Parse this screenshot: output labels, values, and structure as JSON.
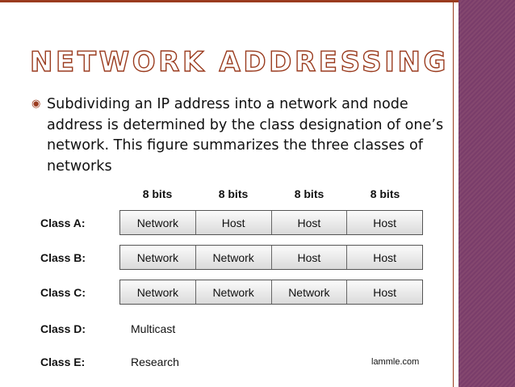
{
  "colors": {
    "accent": "#9a3b1e",
    "side_panel": "#7a3d6a"
  },
  "slide": {
    "title": "NETWORK ADDRESSING",
    "bullet_icon": "bullet-icon",
    "bullet_text": "Subdividing an IP address into a network and node address is determined by the class designation of one’s network. This figure summarizes the three classes of networks"
  },
  "figure": {
    "bits_headers": [
      "8 bits",
      "8 bits",
      "8 bits",
      "8 bits"
    ],
    "rows": [
      {
        "label": "Class A:",
        "cells": [
          "Network",
          "Host",
          "Host",
          "Host"
        ]
      },
      {
        "label": "Class B:",
        "cells": [
          "Network",
          "Network",
          "Host",
          "Host"
        ]
      },
      {
        "label": "Class C:",
        "cells": [
          "Network",
          "Network",
          "Network",
          "Host"
        ]
      },
      {
        "label": "Class D:",
        "value": "Multicast"
      },
      {
        "label": "Class E:",
        "value": "Research"
      }
    ],
    "credit": "lammle.com"
  }
}
